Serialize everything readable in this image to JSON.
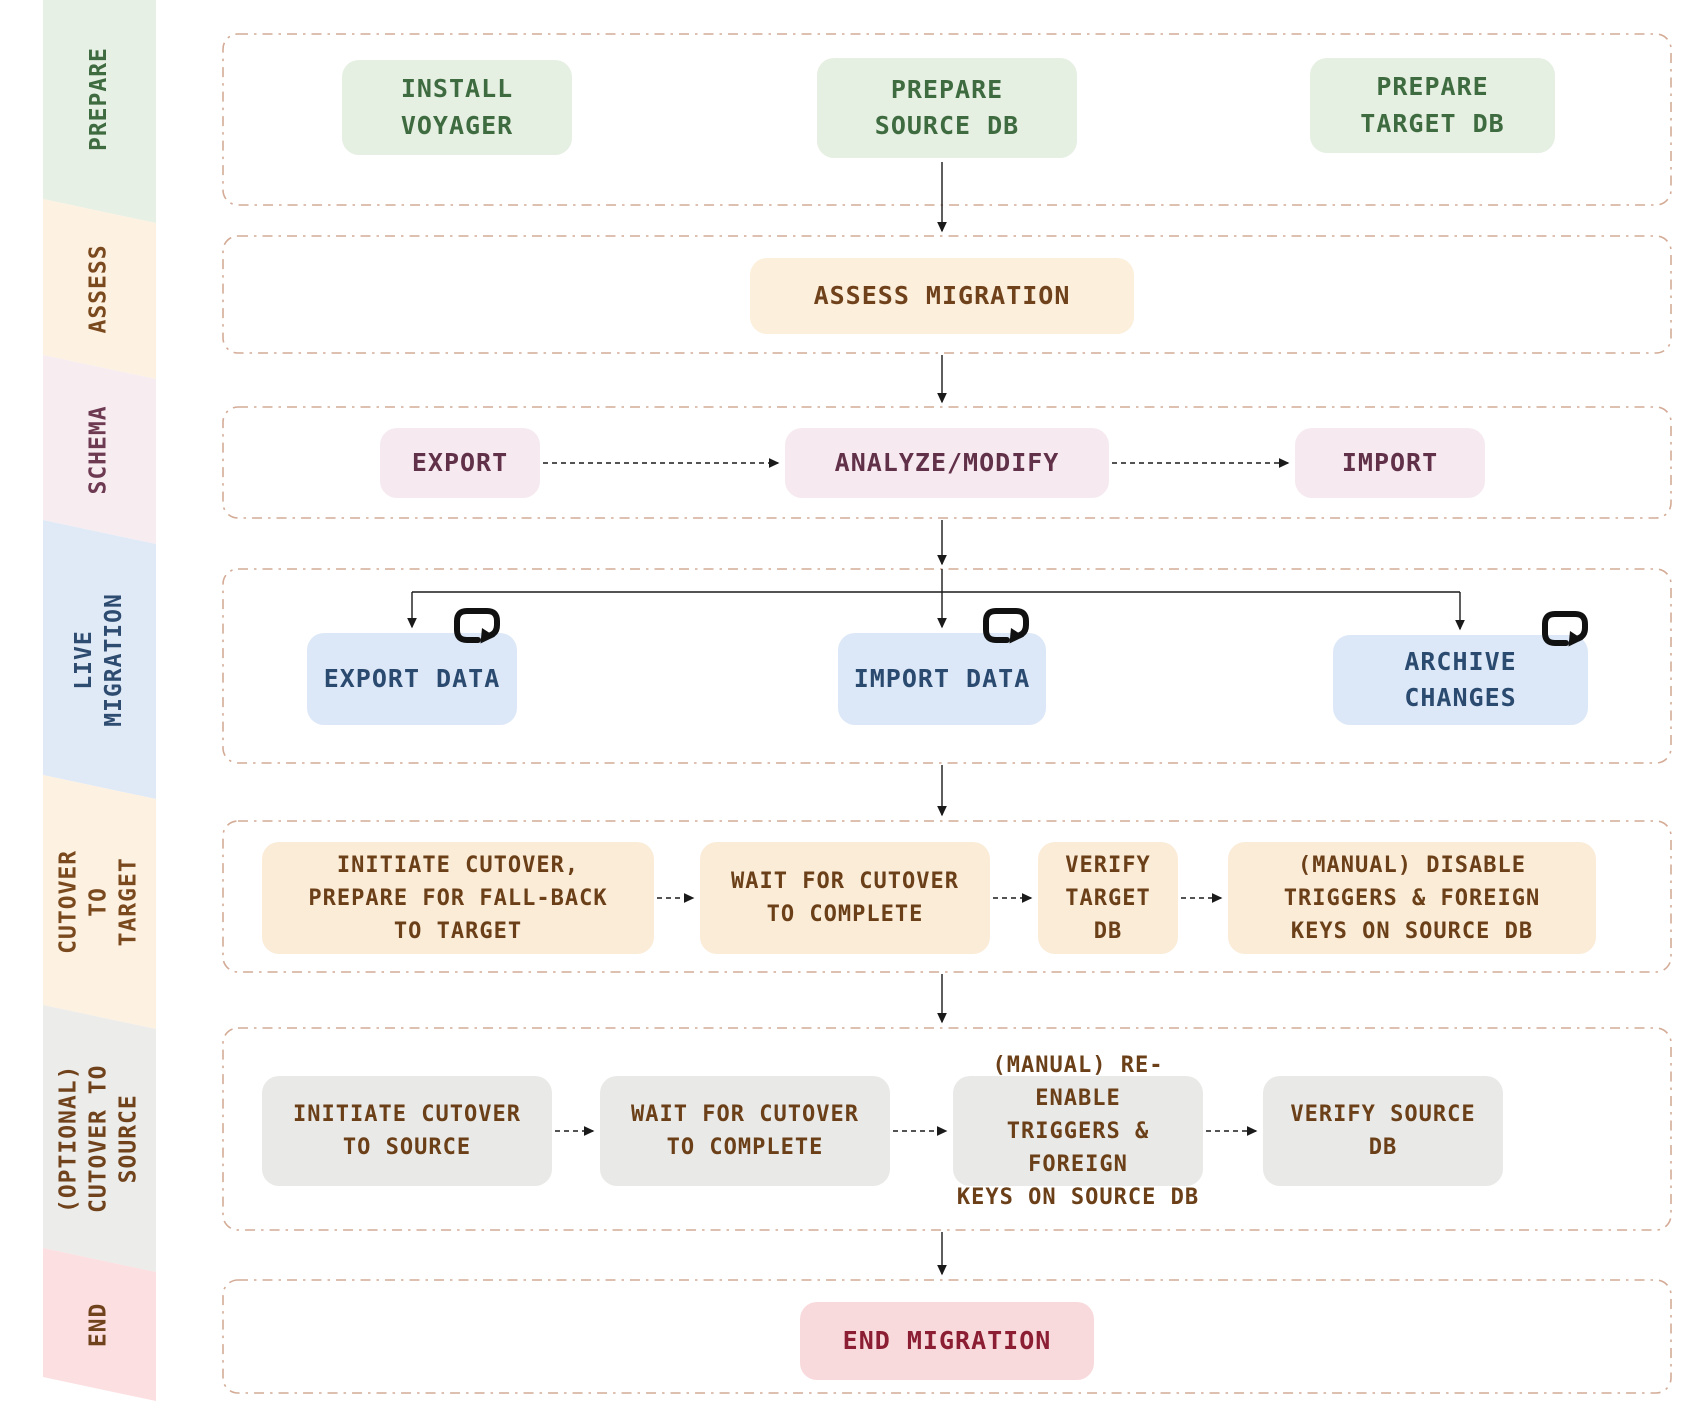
{
  "diagram": {
    "type": "flowchart",
    "subject": "database migration workflow",
    "frame_border_color": "#d4ab96",
    "connector_color": "#1a1a1a"
  },
  "phases": [
    {
      "label": "PREPARE",
      "band_color": "#e7f0e4",
      "label_color": "#3e6b3f",
      "boxes": [
        {
          "text": "INSTALL\nVOYAGER"
        },
        {
          "text": "PREPARE\nSOURCE DB"
        },
        {
          "text": "PREPARE\nTARGET DB"
        }
      ]
    },
    {
      "label": "ASSESS",
      "band_color": "#fdf1e2",
      "label_color": "#7a4a1e",
      "boxes": [
        {
          "text": "ASSESS MIGRATION"
        }
      ]
    },
    {
      "label": "SCHEMA",
      "band_color": "#f7edf1",
      "label_color": "#6d3a52",
      "boxes": [
        {
          "text": "EXPORT"
        },
        {
          "text": "ANALYZE/MODIFY"
        },
        {
          "text": "IMPORT"
        }
      ]
    },
    {
      "label": "LIVE\nMIGRATION",
      "band_color": "#e0eaf7",
      "label_color": "#2e4b70",
      "loop_icon": "repeat-loop-icon",
      "boxes": [
        {
          "text": "EXPORT DATA"
        },
        {
          "text": "IMPORT DATA"
        },
        {
          "text": "ARCHIVE\nCHANGES"
        }
      ]
    },
    {
      "label": "CUTOVER TO\nTARGET",
      "band_color": "#fdf1e2",
      "label_color": "#7a4a1e",
      "boxes": [
        {
          "text": "INITIATE CUTOVER,\nPREPARE FOR FALL-BACK\nTO TARGET"
        },
        {
          "text": "WAIT FOR CUTOVER\nTO COMPLETE"
        },
        {
          "text": "VERIFY\nTARGET\nDB"
        },
        {
          "text": "(MANUAL) DISABLE\nTRIGGERS & FOREIGN\nKEYS ON SOURCE DB"
        }
      ]
    },
    {
      "label": "(OPTIONAL)\nCUTOVER TO\nSOURCE",
      "band_color": "#ececea",
      "label_color": "#70431d",
      "boxes": [
        {
          "text": "INITIATE CUTOVER\nTO SOURCE"
        },
        {
          "text": "WAIT FOR CUTOVER\nTO COMPLETE"
        },
        {
          "text": "(MANUAL) RE-ENABLE\nTRIGGERS & FOREIGN\nKEYS ON SOURCE DB"
        },
        {
          "text": "VERIFY SOURCE\nDB"
        }
      ]
    },
    {
      "label": "END",
      "band_color": "#fcdfe1",
      "label_color": "#70431d",
      "boxes": [
        {
          "text": "END MIGRATION"
        }
      ]
    }
  ]
}
